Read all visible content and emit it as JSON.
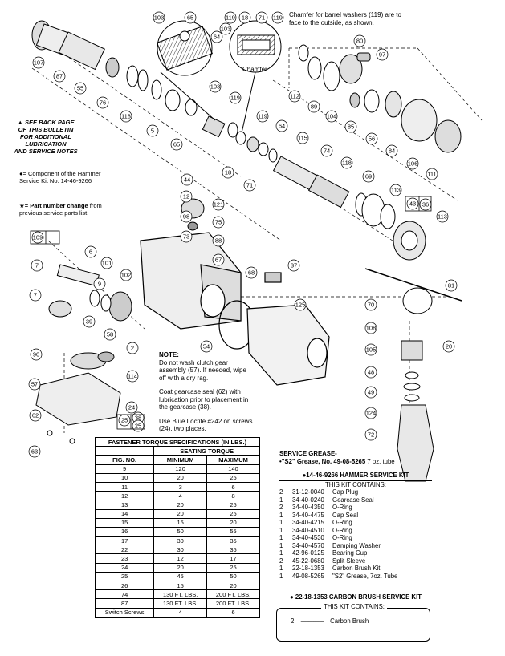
{
  "callouts": {
    "barrel_note": "Chamfer for barrel washers (119) are to face to the outside, as shown.",
    "chamfer": "Chamfer"
  },
  "parts": [
    "103",
    "65",
    "119",
    "18",
    "71",
    "119",
    "64",
    "103",
    "80",
    "97",
    "107",
    "87",
    "55",
    "76",
    "118",
    "5",
    "65",
    "103",
    "119",
    "119",
    "64",
    "112",
    "89",
    "104",
    "85",
    "56",
    "84",
    "106",
    "111",
    "115",
    "74",
    "118",
    "69",
    "113",
    "18",
    "71",
    "44",
    "12",
    "121",
    "98",
    "75",
    "73",
    "88",
    "67",
    "6",
    "101",
    "109",
    "7",
    "7",
    "39",
    "102",
    "58",
    "68",
    "37",
    "125",
    "54",
    "70",
    "81",
    "108",
    "105",
    "20",
    "48",
    "49",
    "124",
    "72",
    "90",
    "2",
    "114",
    "57",
    "24",
    "62",
    "25",
    "38",
    "25",
    "63",
    "43",
    "36",
    "113",
    "9",
    "55"
  ],
  "side_note": {
    "lines": [
      "▲ SEE BACK PAGE",
      "OF THIS BULLETIN",
      "FOR ADDITIONAL",
      "LUBRICATION",
      "AND SERVICE NOTES"
    ]
  },
  "legend": {
    "component_symbol": "●",
    "component_text": "= Component of the Hammer Service Kit No. 14-46-9266",
    "change_symbol": "★",
    "change_bold": "= Part number change",
    "change_text": " from previous service parts list."
  },
  "notes": {
    "heading": "NOTE:",
    "p1_u": "Do not",
    "p1": " wash clutch gear assembly (57). If needed, wipe off with a dry rag.",
    "p2": "Coat gearcase seal (62) with lubrication prior to placement in the gearcase (38).",
    "p3": "Use Blue Loctite #242 on screws (24), two places."
  },
  "torque": {
    "title": "FASTENER TORQUE SPECIFICATIONS (IN.LBS.)",
    "group": "SEATING TORQUE",
    "headers": [
      "FIG. NO.",
      "MINIMUM",
      "MAXIMUM"
    ],
    "rows": [
      [
        "9",
        "120",
        "140"
      ],
      [
        "10",
        "20",
        "25"
      ],
      [
        "11",
        "3",
        "6"
      ],
      [
        "12",
        "4",
        "8"
      ],
      [
        "13",
        "20",
        "25"
      ],
      [
        "14",
        "20",
        "25"
      ],
      [
        "15",
        "15",
        "20"
      ],
      [
        "16",
        "50",
        "55"
      ],
      [
        "17",
        "30",
        "35"
      ],
      [
        "22",
        "30",
        "35"
      ],
      [
        "23",
        "12",
        "17"
      ],
      [
        "24",
        "20",
        "25"
      ],
      [
        "25",
        "45",
        "50"
      ],
      [
        "26",
        "15",
        "20"
      ],
      [
        "74",
        "130 FT. LBS.",
        "200 FT. LBS."
      ],
      [
        "87",
        "130 FT. LBS.",
        "200 FT. LBS."
      ],
      [
        "Switch Screws",
        "4",
        "6"
      ]
    ]
  },
  "grease": {
    "title": "SERVICE GREASE-",
    "line": "•\"S2\" Grease, No. 49-08-5265",
    "size": "7 oz. tube"
  },
  "hammer_kit": {
    "title": "●14-46-9266 HAMMER SERVICE KIT",
    "contains": "THIS KIT CONTAINS:",
    "items": [
      [
        "2",
        "31-12-0040",
        "Cap Plug"
      ],
      [
        "1",
        "34-40-0240",
        "Gearcase Seal"
      ],
      [
        "2",
        "34-40-4350",
        "O-Ring"
      ],
      [
        "1",
        "34-40-4475",
        "Cap Seal"
      ],
      [
        "1",
        "34-40-4215",
        "O-Ring"
      ],
      [
        "1",
        "34-40-4510",
        "O-Ring"
      ],
      [
        "1",
        "34-40-4530",
        "O-Ring"
      ],
      [
        "1",
        "34-40-4570",
        "Damping Washer"
      ],
      [
        "1",
        "42-96-0125",
        "Bearing Cup"
      ],
      [
        "2",
        "45-22-0680",
        "Split Sleeve"
      ],
      [
        "1",
        "22-18-1353",
        "Carbon Brush Kit"
      ],
      [
        "1",
        "49-08-5265",
        "\"S2\" Grease, 7oz. Tube"
      ]
    ]
  },
  "brush_kit": {
    "title": "● 22-18-1353 CARBON BRUSH SERVICE KIT",
    "contains": "THIS KIT CONTAINS:",
    "qty": "2",
    "dashes": "------------------",
    "item": "Carbon Brush"
  }
}
